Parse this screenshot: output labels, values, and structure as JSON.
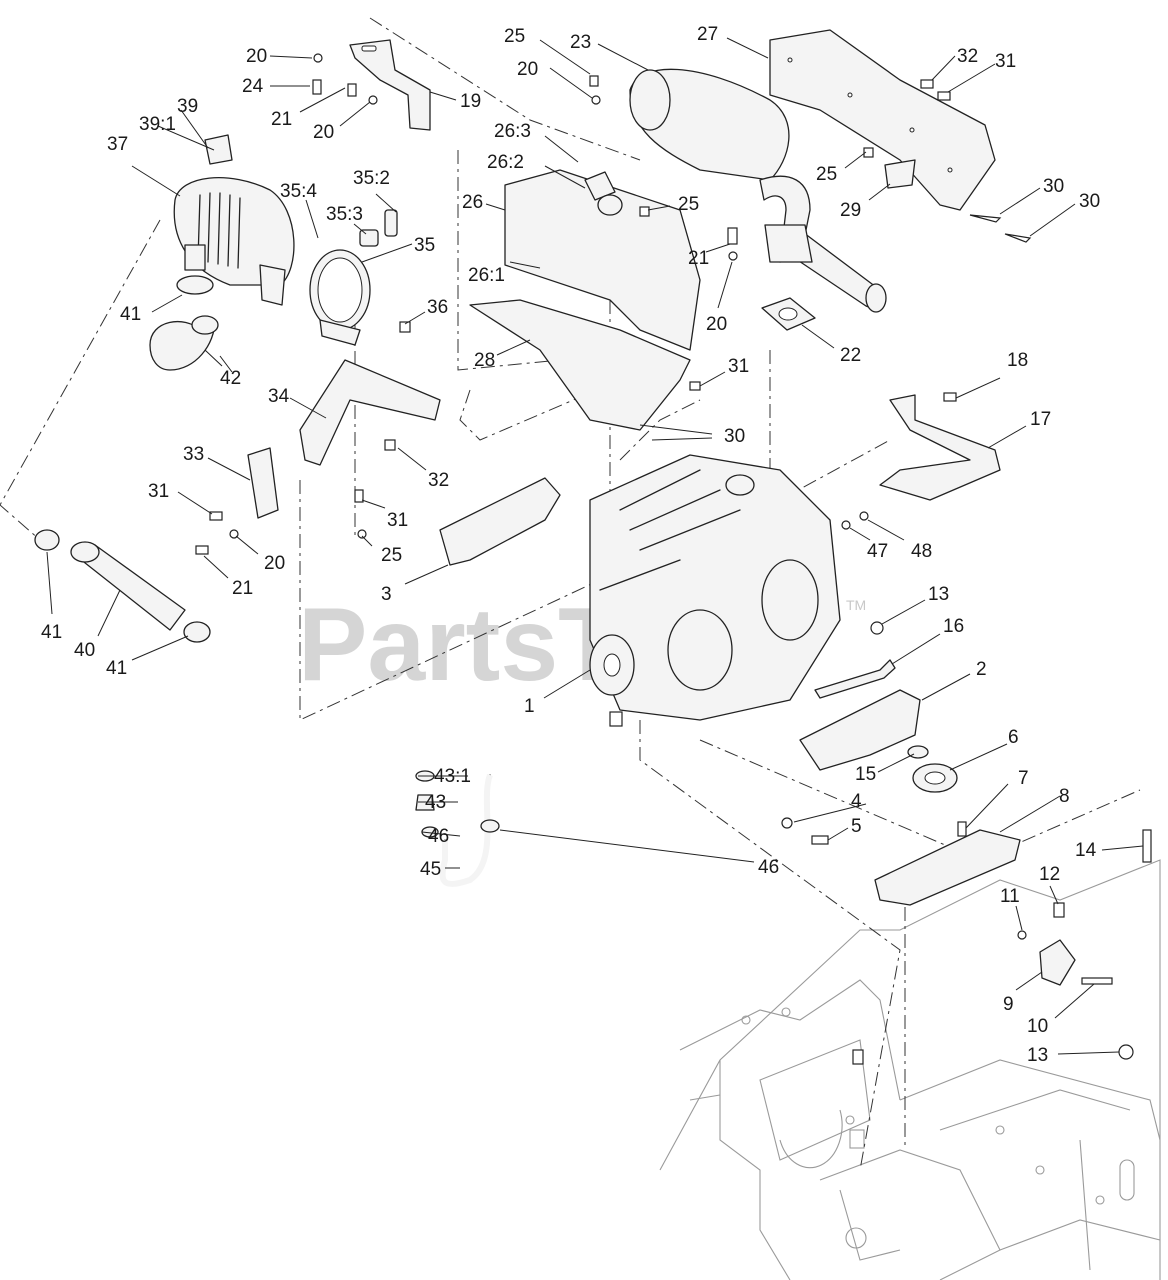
{
  "watermark": {
    "text": "PartsTree",
    "trademark": "TM"
  },
  "callouts": {
    "c1": "1",
    "c2": "2",
    "c3": "3",
    "c4": "4",
    "c5": "5",
    "c6": "6",
    "c7": "7",
    "c8": "8",
    "c9": "9",
    "c10": "10",
    "c11": "11",
    "c12": "12",
    "c13a": "13",
    "c13b": "13",
    "c14": "14",
    "c15": "15",
    "c16": "16",
    "c17": "17",
    "c18": "18",
    "c19": "19",
    "c20a": "20",
    "c20b": "20",
    "c20c": "20",
    "c20d": "20",
    "c20e": "20",
    "c21a": "21",
    "c21b": "21",
    "c21c": "21",
    "c22": "22",
    "c23": "23",
    "c24": "24",
    "c25a": "25",
    "c25b": "25",
    "c25c": "25",
    "c25d": "25",
    "c26": "26",
    "c26_1": "26:1",
    "c26_2": "26:2",
    "c26_3": "26:3",
    "c27": "27",
    "c28": "28",
    "c29": "29",
    "c30a": "30",
    "c30b": "30",
    "c30c": "30",
    "c31a": "31",
    "c31b": "31",
    "c31c": "31",
    "c31d": "31",
    "c32a": "32",
    "c32b": "32",
    "c33": "33",
    "c34": "34",
    "c35": "35",
    "c35_2": "35:2",
    "c35_3": "35:3",
    "c35_4": "35:4",
    "c36": "36",
    "c37": "37",
    "c39": "39",
    "c39_1": "39:1",
    "c40": "40",
    "c41a": "41",
    "c41b": "41",
    "c41c": "41",
    "c42": "42",
    "c43": "43",
    "c43_1": "43:1",
    "c45": "45",
    "c46a": "46",
    "c46b": "46",
    "c47": "47",
    "c48": "48"
  }
}
